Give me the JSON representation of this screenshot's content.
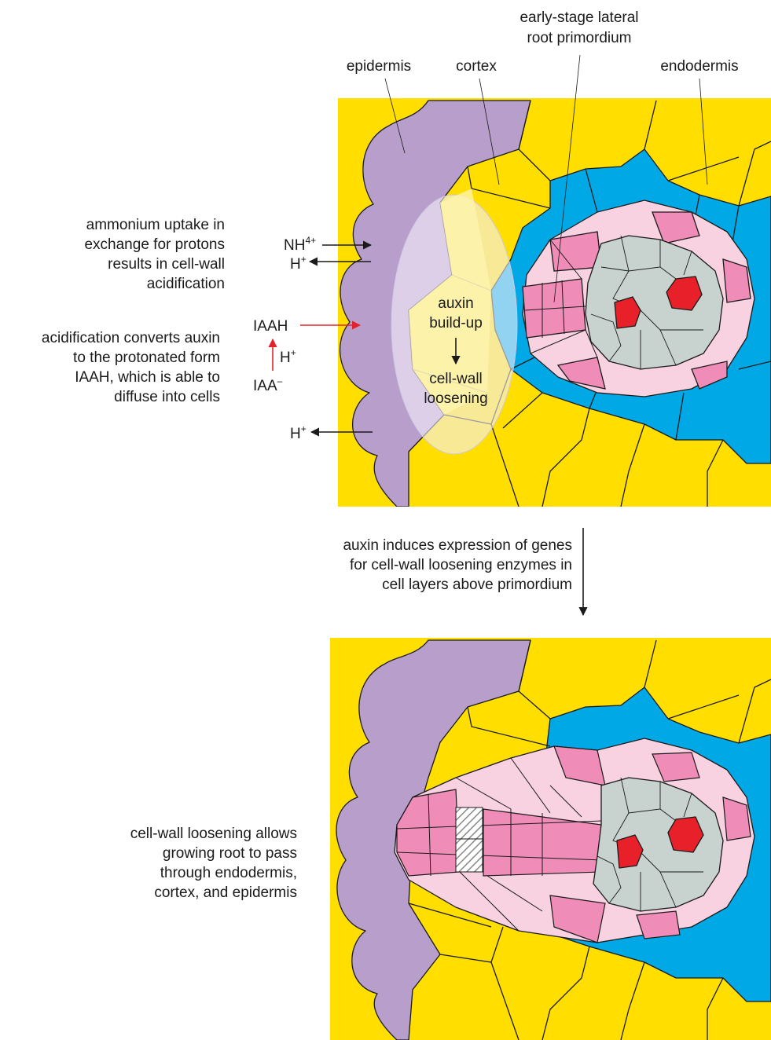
{
  "colors": {
    "epidermis": "#b89fcb",
    "cortex": "#ffde00",
    "endodermis": "#00a8e6",
    "primordium_dark": "#f08cb8",
    "primordium_light": "#f9d2e1",
    "stele": "#c8d2ce",
    "xylem": "#e8202a",
    "halo": "#eeeaf6",
    "arrow_red": "#e3232b"
  },
  "labels": {
    "epidermis": "epidermis",
    "cortex": "cortex",
    "primordium_line1": "early-stage lateral",
    "primordium_line2": "root primordium",
    "endodermis": "endodermis"
  },
  "panel1": {
    "ammonium_line1": "ammonium uptake in",
    "ammonium_line2": "exchange for protons",
    "ammonium_line3": "results in cell-wall",
    "ammonium_line4": "acidification",
    "acid_line1": "acidification converts auxin",
    "acid_line2": "to the protonated form",
    "acid_line3": "IAAH, which is able to",
    "acid_line4": "diffuse into cells",
    "nh4_base": "NH",
    "nh4_charge": "4+",
    "h_base": "H",
    "h_charge": "+",
    "iaah": "IAAH",
    "iaa_base": "IAA",
    "iaa_charge": "–",
    "auxin_line1": "auxin",
    "auxin_line2": "build-up",
    "loosen_line1": "cell-wall",
    "loosen_line2": "loosening"
  },
  "transition": {
    "line1": "auxin induces expression of genes",
    "line2": "for cell-wall loosening enzymes in",
    "line3": "cell layers above primordium"
  },
  "panel2": {
    "line1": "cell-wall loosening allows",
    "line2": "growing root to pass",
    "line3": "through endodermis,",
    "line4": "cortex, and epidermis"
  }
}
